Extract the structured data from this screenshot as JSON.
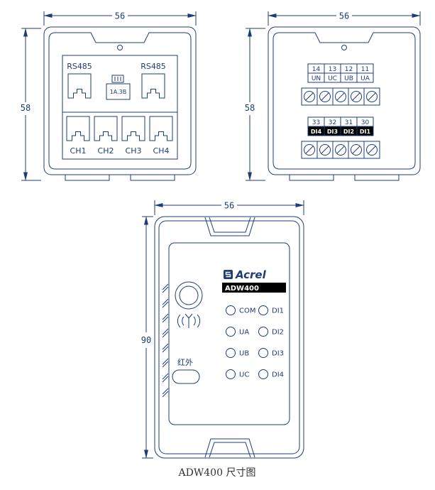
{
  "caption": "ADW400 尺寸图",
  "colors": {
    "line": "#1e3c78",
    "model_bar_bg": "#000000",
    "model_bar_text": "#ffffff"
  },
  "views": {
    "top_left": {
      "dim_width": "56",
      "dim_height": "58",
      "rs485_left": "RS485",
      "rs485_right": "RS485",
      "adapter_label": "1A.3B",
      "channels": [
        "CH1",
        "CH2",
        "CH3",
        "CH4"
      ]
    },
    "top_right": {
      "dim_width": "56",
      "dim_height": "58",
      "upper_terminal_numbers": [
        "14",
        "13",
        "12",
        "11"
      ],
      "upper_terminal_labels": [
        "UN",
        "UC",
        "UB",
        "UA"
      ],
      "lower_terminal_numbers": [
        "33",
        "32",
        "31",
        "30"
      ],
      "lower_terminal_labels": [
        "DI4",
        "DI3",
        "DI2",
        "DI1"
      ]
    },
    "front": {
      "dim_width": "56",
      "dim_height": "90",
      "brand": "Acrel",
      "model": "ADW400",
      "infrared_label": "红外",
      "led_left_labels": [
        "COM",
        "UA",
        "UB",
        "UC"
      ],
      "led_right_labels": [
        "DI1",
        "DI2",
        "DI3",
        "DI4"
      ]
    }
  }
}
